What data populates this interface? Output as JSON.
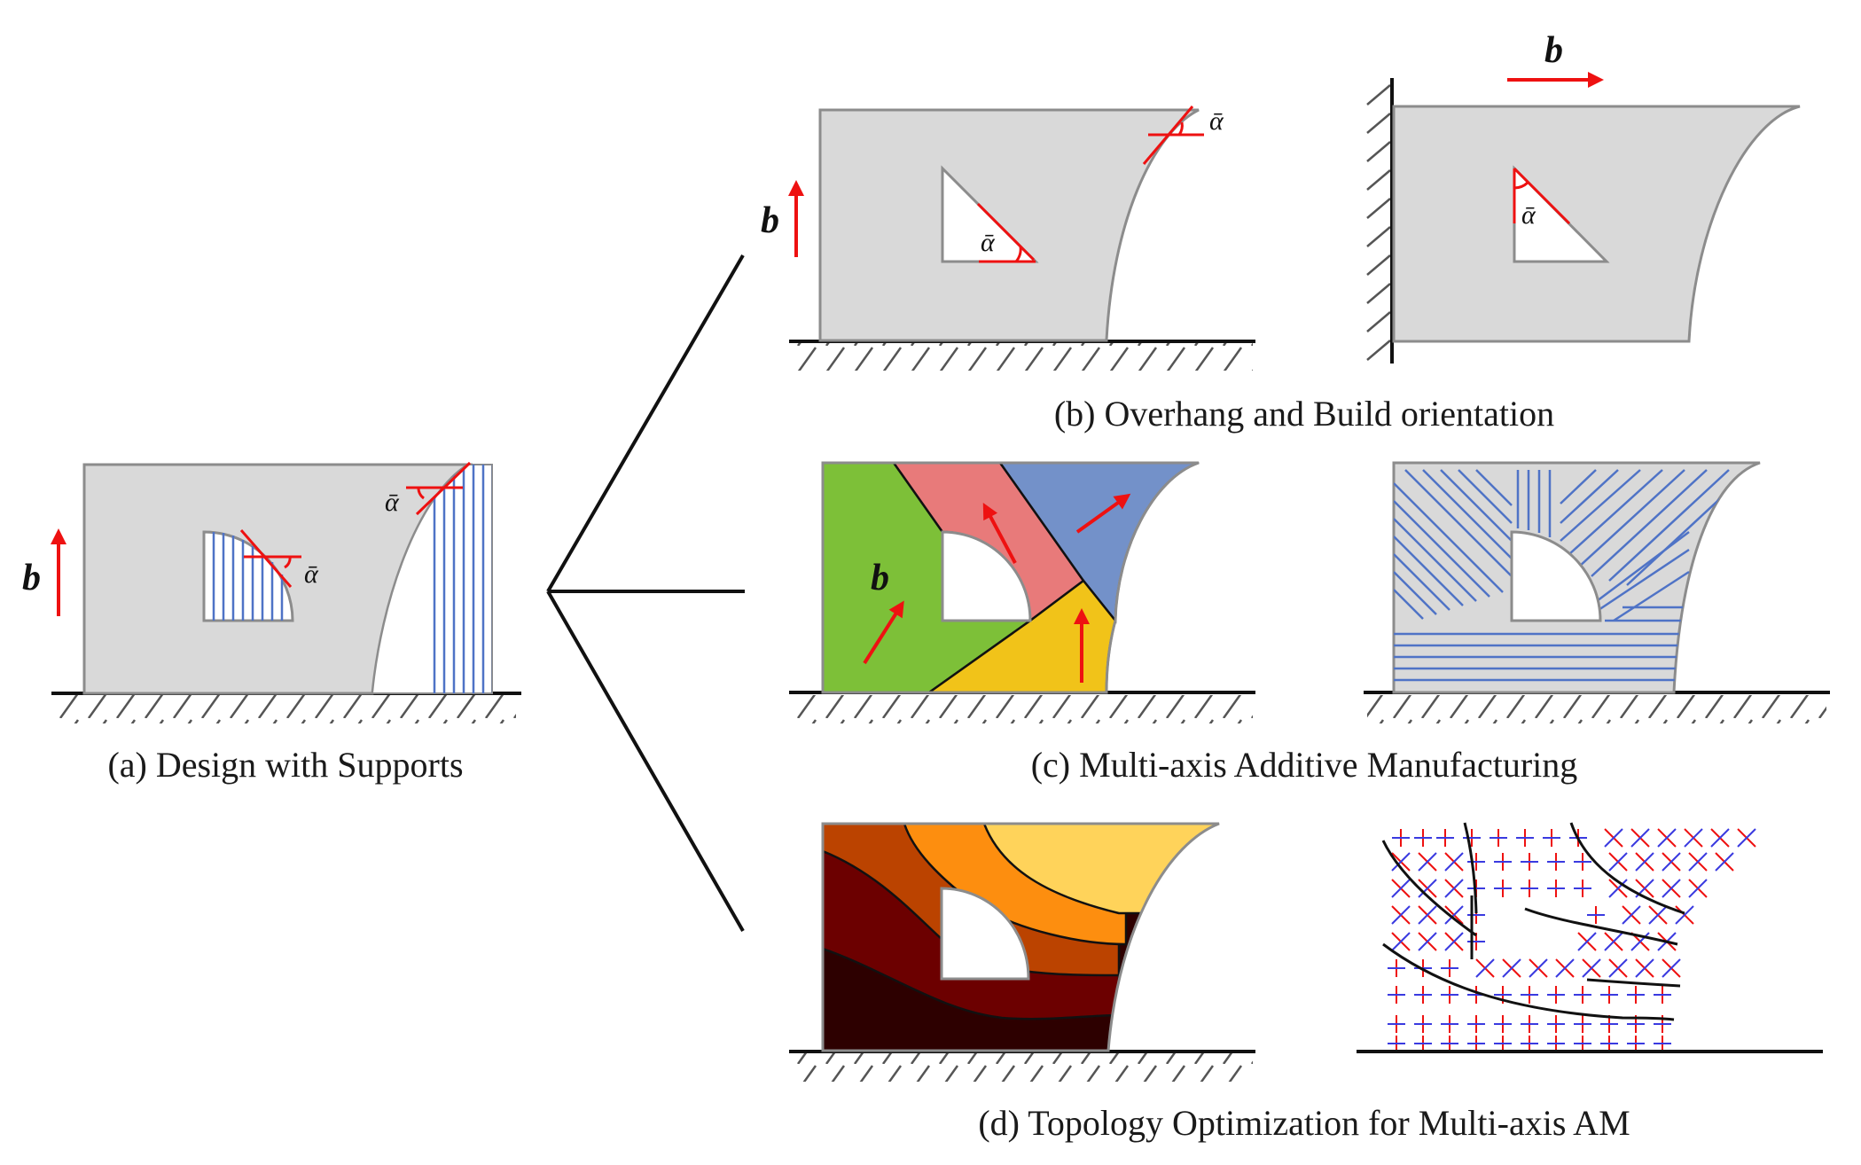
{
  "captions": {
    "a": "(a) Design with Supports",
    "b": "(b) Overhang and Build orientation",
    "c": "(c) Multi-axis Additive Manufacturing",
    "d": "(d) Topology Optimization for Multi-axis AM"
  },
  "symbols": {
    "build_direction": "b",
    "overhang_angle": "ᾱ"
  },
  "colors": {
    "part_fill": "#d9d9d9",
    "part_edge": "#8c8c8c",
    "support_lines": "#4f73c6",
    "arrow": "#ee1111",
    "region_green": "#7dc038",
    "region_pink": "#e87a7a",
    "region_blue": "#7391c9",
    "region_yellow": "#f1c319",
    "field_1": "#ffd35a",
    "field_2": "#fd8e0f",
    "field_3": "#bb4300",
    "field_4": "#6c0000",
    "field_5": "#2d0000"
  }
}
